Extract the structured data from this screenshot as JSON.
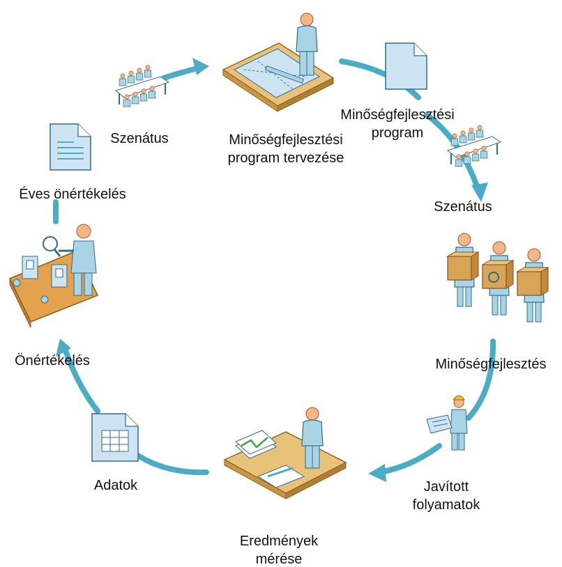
{
  "colors": {
    "arrow": "#4bacc6",
    "person_body": "#a8d4e6",
    "person_outline": "#2e6c8c",
    "skin": "#f3b684",
    "desk": "#e9c27a",
    "paper": "#ffffff",
    "paper_blue": "#cfe4f3",
    "box": "#d9a455",
    "conveyor": "#e3a24b"
  },
  "nodes": {
    "planning": {
      "label_1": "Minőségfejlesztési",
      "label_2": "program tervezése",
      "icon": "person-at-drafting-desk-icon"
    },
    "program": {
      "label_1": "Minőségfejlesztési",
      "label_2": "program",
      "icon": "document-icon"
    },
    "senate_right": {
      "label": "Szenátus",
      "icon": "meeting-table-icon"
    },
    "development": {
      "label": "Minőségfejlesztés",
      "icon": "workers-carrying-boxes-icon"
    },
    "improved": {
      "label_1": "Javított",
      "label_2": "folyamatok",
      "icon": "engineer-with-blueprint-icon"
    },
    "measurement": {
      "label_1": "Eredmények",
      "label_2": "mérése",
      "icon": "person-with-charts-icon"
    },
    "data": {
      "label": "Adatok",
      "icon": "spreadsheet-document-icon"
    },
    "self_assessment": {
      "label": "Önértékelés",
      "icon": "inspector-at-conveyor-icon"
    },
    "annual_self_assessment": {
      "label": "Éves önértékelés",
      "icon": "text-document-icon"
    },
    "senate_left": {
      "label": "Szenátus",
      "icon": "meeting-table-icon"
    }
  }
}
